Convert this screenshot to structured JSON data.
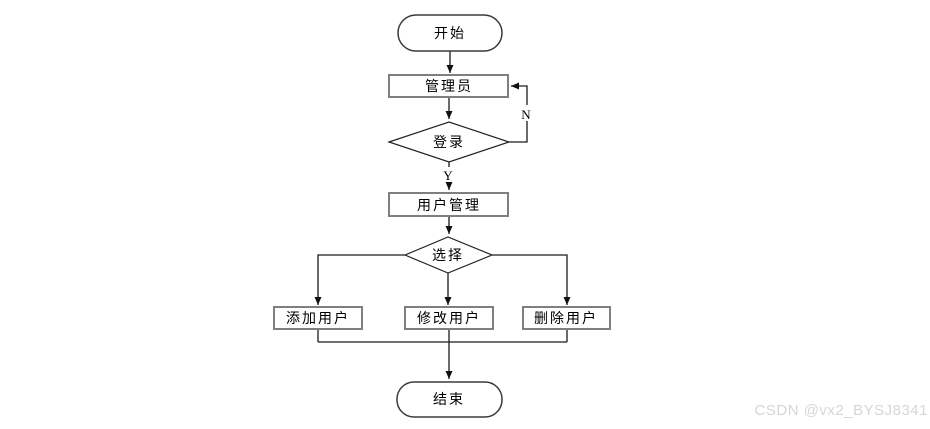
{
  "diagram": {
    "title": "user-management-flowchart",
    "nodes": {
      "start": {
        "label": "开始",
        "shape": "terminator"
      },
      "admin": {
        "label": "管理员",
        "shape": "process"
      },
      "login": {
        "label": "登录",
        "shape": "decision"
      },
      "user_management": {
        "label": "用户管理",
        "shape": "process"
      },
      "select": {
        "label": "选择",
        "shape": "decision"
      },
      "add_user": {
        "label": "添加用户",
        "shape": "process"
      },
      "modify_user": {
        "label": "修改用户",
        "shape": "process"
      },
      "delete_user": {
        "label": "删除用户",
        "shape": "process"
      },
      "end": {
        "label": "结束",
        "shape": "terminator"
      }
    },
    "edge_labels": {
      "yes": "Y",
      "no": "N"
    },
    "colors": {
      "background": "#ffffff",
      "line": "#1a1a1a",
      "process_border": "#7f7f7f",
      "terminator_border": "#3a3a3a",
      "decision_border": "#222222",
      "watermark": "#d6d6d6"
    }
  },
  "watermark": {
    "text": "CSDN @vx2_BYSJ8341"
  }
}
